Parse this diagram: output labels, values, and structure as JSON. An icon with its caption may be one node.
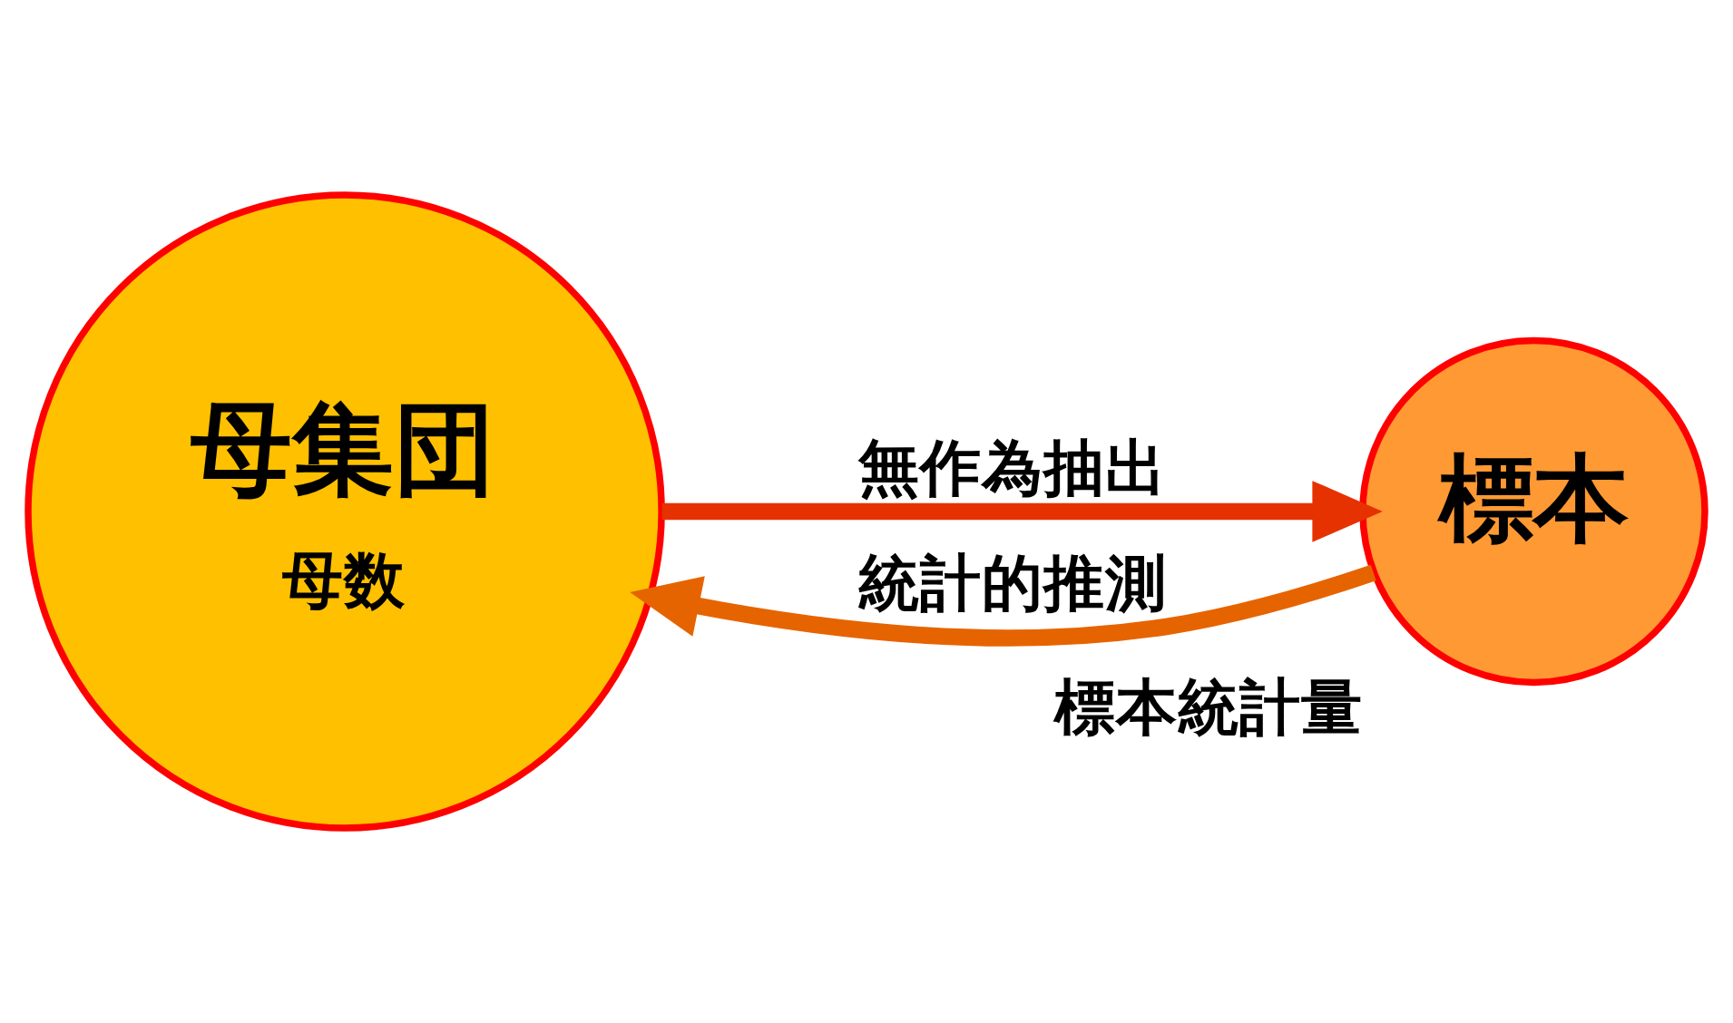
{
  "diagram": {
    "nodes": [
      {
        "text": [
          "母集団",
          "母数"
        ]
      },
      {
        "text": [
          "標本"
        ],
        "beside": [
          "標本統計量"
        ]
      }
    ],
    "edges": [
      {
        "from": 0,
        "to": 1,
        "arrow": "to",
        "label": "無作為抽出",
        "color": "#e63200"
      },
      {
        "from": 1,
        "to": 0,
        "arrow": "to",
        "label": "統計的推測",
        "color": "#e66400"
      }
    ]
  }
}
